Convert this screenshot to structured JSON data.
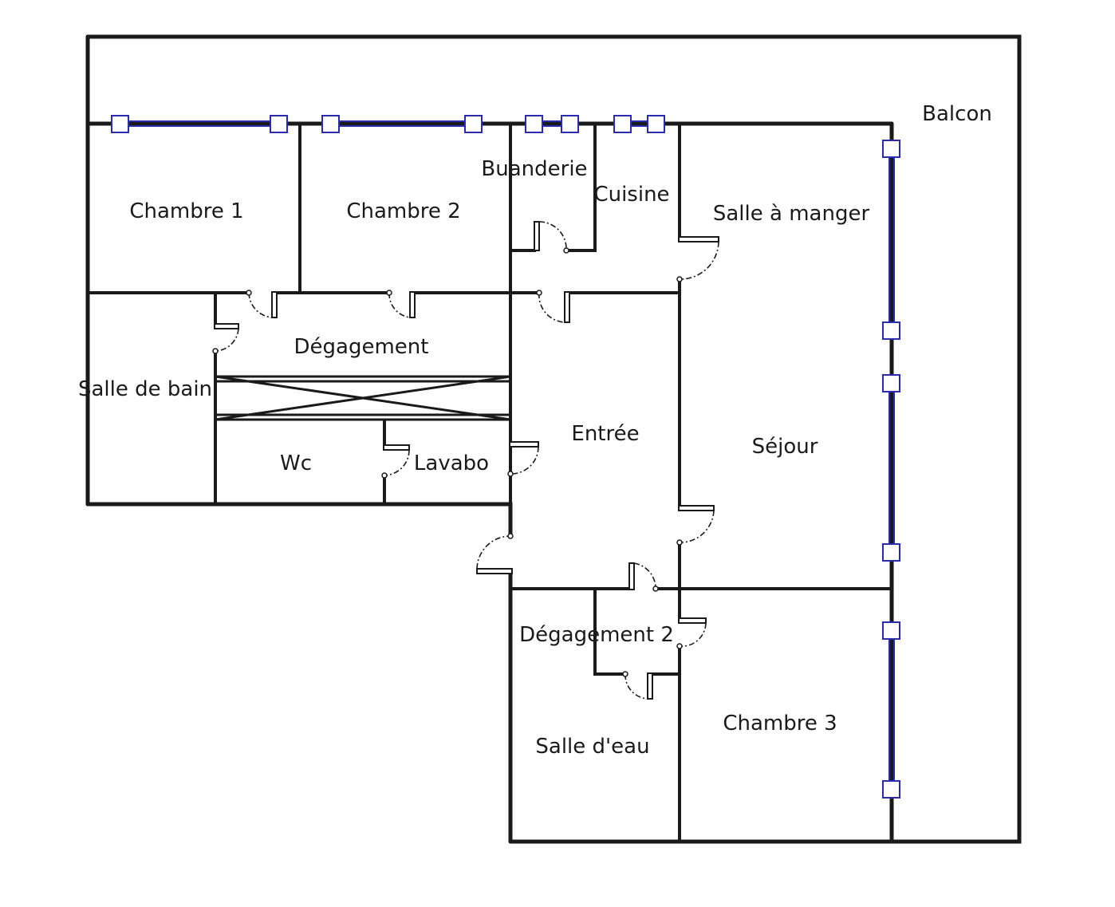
{
  "plan": {
    "rooms": {
      "balcon": "Balcon",
      "chambre1": "Chambre 1",
      "chambre2": "Chambre 2",
      "buanderie": "Buanderie",
      "cuisine": "Cuisine",
      "salle_a_manger": "Salle à manger",
      "degagement": "Dégagement",
      "salle_de_bain": "Salle de bain",
      "wc": "Wc",
      "lavabo": "Lavabo",
      "entree": "Entrée",
      "sejour": "Séjour",
      "degagement2": "Dégagement 2",
      "salle_d_eau": "Salle d'eau",
      "chambre3": "Chambre 3"
    },
    "colors": {
      "wall": "#1a1a1a",
      "window": "#2b2bb0"
    }
  }
}
